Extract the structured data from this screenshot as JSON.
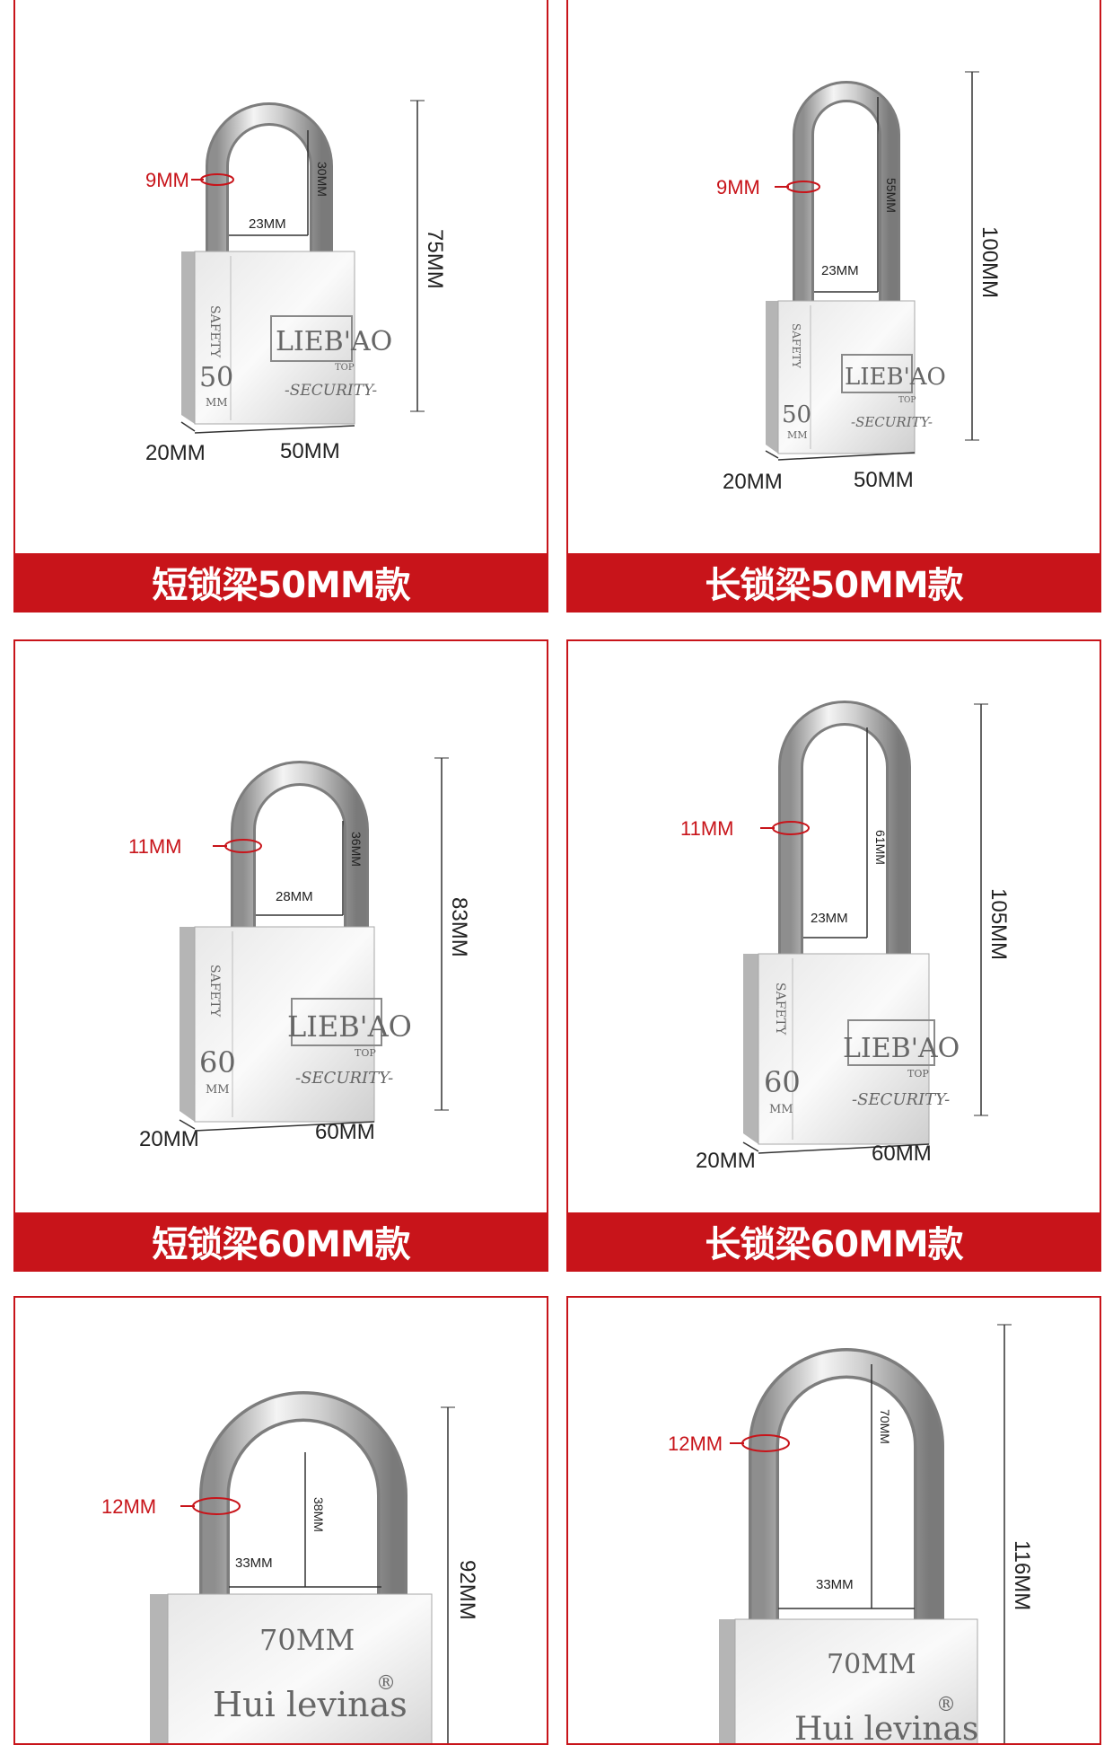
{
  "products": [
    {
      "label": "短锁梁50MM款",
      "shackle_thickness": "9MM",
      "inner_height": "30MM",
      "inner_width": "23MM",
      "total_height": "75MM",
      "depth": "20MM",
      "width": "50MM",
      "size_mark": "50",
      "size_unit": "MM",
      "side_text": "SAFETY",
      "brand": "LIEB'AO",
      "brand_sub": "TOP",
      "security": "-SECURITY-"
    },
    {
      "label": "长锁梁50MM款",
      "shackle_thickness": "9MM",
      "inner_height": "55MM",
      "inner_width": "23MM",
      "total_height": "100MM",
      "depth": "20MM",
      "width": "50MM",
      "size_mark": "50",
      "size_unit": "MM",
      "side_text": "SAFETY",
      "brand": "LIEB'AO",
      "brand_sub": "TOP",
      "security": "-SECURITY-"
    },
    {
      "label": "短锁梁60MM款",
      "shackle_thickness": "11MM",
      "inner_height": "36MM",
      "inner_width": "28MM",
      "total_height": "83MM",
      "depth": "20MM",
      "width": "60MM",
      "size_mark": "60",
      "size_unit": "MM",
      "side_text": "SAFETY",
      "brand": "LIEB'AO",
      "brand_sub": "TOP",
      "security": "-SECURITY-"
    },
    {
      "label": "长锁梁60MM款",
      "shackle_thickness": "11MM",
      "inner_height": "61MM",
      "inner_width": "23MM",
      "total_height": "105MM",
      "depth": "20MM",
      "width": "60MM",
      "size_mark": "60",
      "size_unit": "MM",
      "side_text": "SAFETY",
      "brand": "LIEB'AO",
      "brand_sub": "TOP",
      "security": "-SECURITY-"
    },
    {
      "shackle_thickness": "12MM",
      "inner_height": "38MM",
      "inner_width": "33MM",
      "total_height": "92MM",
      "size_mark": "70MM",
      "brand": "Hui levinas",
      "registered": "®"
    },
    {
      "shackle_thickness": "12MM",
      "inner_height": "70MM",
      "inner_width": "33MM",
      "total_height": "116MM",
      "size_mark": "70MM",
      "brand": "Hui levinas",
      "registered": "®"
    }
  ],
  "colors": {
    "accent": "#c8141a",
    "frame": "#c8141a",
    "banner_text": "#ffffff"
  }
}
